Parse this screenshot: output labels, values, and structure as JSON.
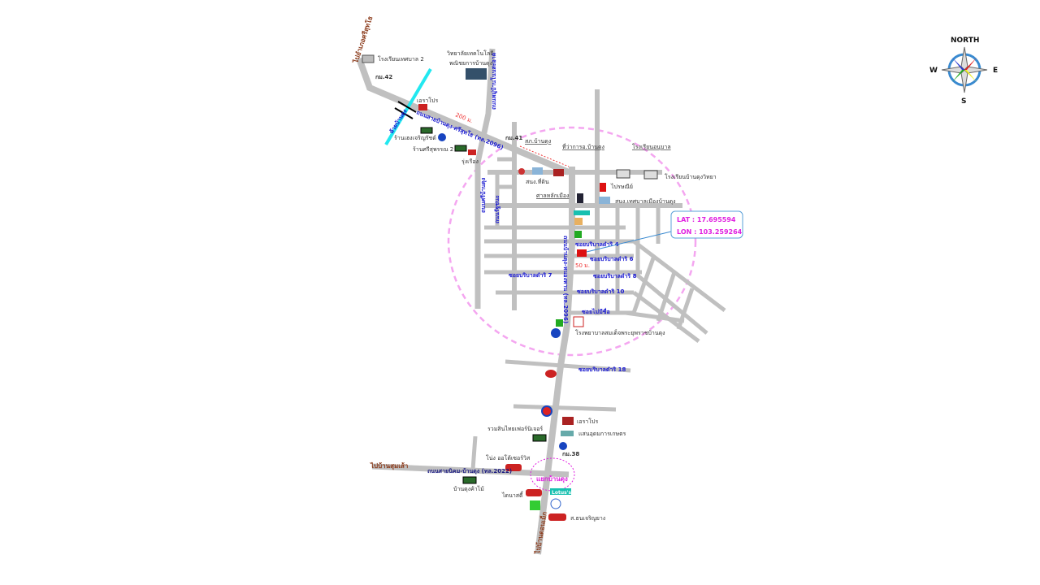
{
  "compass": {
    "north": "NORTH",
    "west": "W",
    "east": "E",
    "south": "S"
  },
  "coordinates": {
    "lat": "LAT : 17.695594",
    "lon": "LON : 103.259264"
  },
  "roads": {
    "hwy_2096": "ถนนสายบ้านดุง-ศรีสุทโธ (ทล.2096)",
    "hwy_2022": "ถนนสายนิคม-บ้านดุง (ทล.2022)",
    "main_street": "ถนนบ้านดุง-หนองหาน (ทล.2096)",
    "college_road": "ถนนหมู่บ้านโนนสะอาด",
    "canal": "ห้วยบ้านดุง",
    "side_road_1": "ถนนศรีบ้านดุง",
    "side_road_2": "ถนนรัฐชนะ",
    "soi_4": "ซอยบริบาลดำริ 4",
    "soi_6": "ซอยบริบาลดำริ 6",
    "soi_7": "ซอยบริบาลดำริ 7",
    "soi_8": "ซอยบริบาลดำริ 8",
    "soi_10": "ซอยบริบาลดำริ 10",
    "soi_18": "ซอยบริบาลดำริ 18",
    "soi_unnamed": "ซอยไม่มีชื่อ"
  },
  "directions": {
    "to_northwest": "ไปอำเภอศรีสุทโธ",
    "to_west": "ไปบ้านสุมเส้า",
    "to_south": "ไปบ้านดอนเม็ก"
  },
  "markers": {
    "km42": "กม.42",
    "km41": "กม.41",
    "km38": "กม.38",
    "distance": "200 ม.",
    "distance2": "50 ม.",
    "junction": "แยกบ้านดุง"
  },
  "places": {
    "school2": "โรงเรียนเทศบาล 2",
    "college_1": "วิทยาลัยเทคโนโลยี",
    "college_2": "พณิชยการบ้านดุง",
    "serapro_n": "เอราโปร",
    "shop_heng": "ร้านเฮงเจริญรัชต์",
    "shop_sri": "ร้านศรีสุพรรณ 2",
    "rungrueang": "รุ่งเรือง",
    "police": "สภ.บ้านดุง",
    "land_office": "สนง.ที่ดิน",
    "district_office": "ที่ว่าการอ.บ้านดุง",
    "kindergarten": "โรงเรียนอนุบาล",
    "school_wittaya": "โรงเรียนบ้านดุงวิทยา",
    "post_office": "ไปรษณีย์",
    "city_pillar": "ศาลหลักเมือง",
    "municipality": "สนง.เทศบาลเมืองบ้านดุง",
    "hospital": "โรงพยาบาลสมเด็จพระยุพราชบ้านดุง",
    "serapro_s": "เอราโปร",
    "saen_udom": "แสนอุดมการเกษตร",
    "ruam_sin": "รวมสินไทยเฟอร์นิเจอร์",
    "nong_auto": "โน่ง ออโต้เซอร์วิส",
    "wood_shop": "บ้านดุงค้าไม้",
    "dynasty": "ไดนาสตี้",
    "tyre": "ส.ธนเจริญยาง",
    "lotus": "Lotus's"
  }
}
